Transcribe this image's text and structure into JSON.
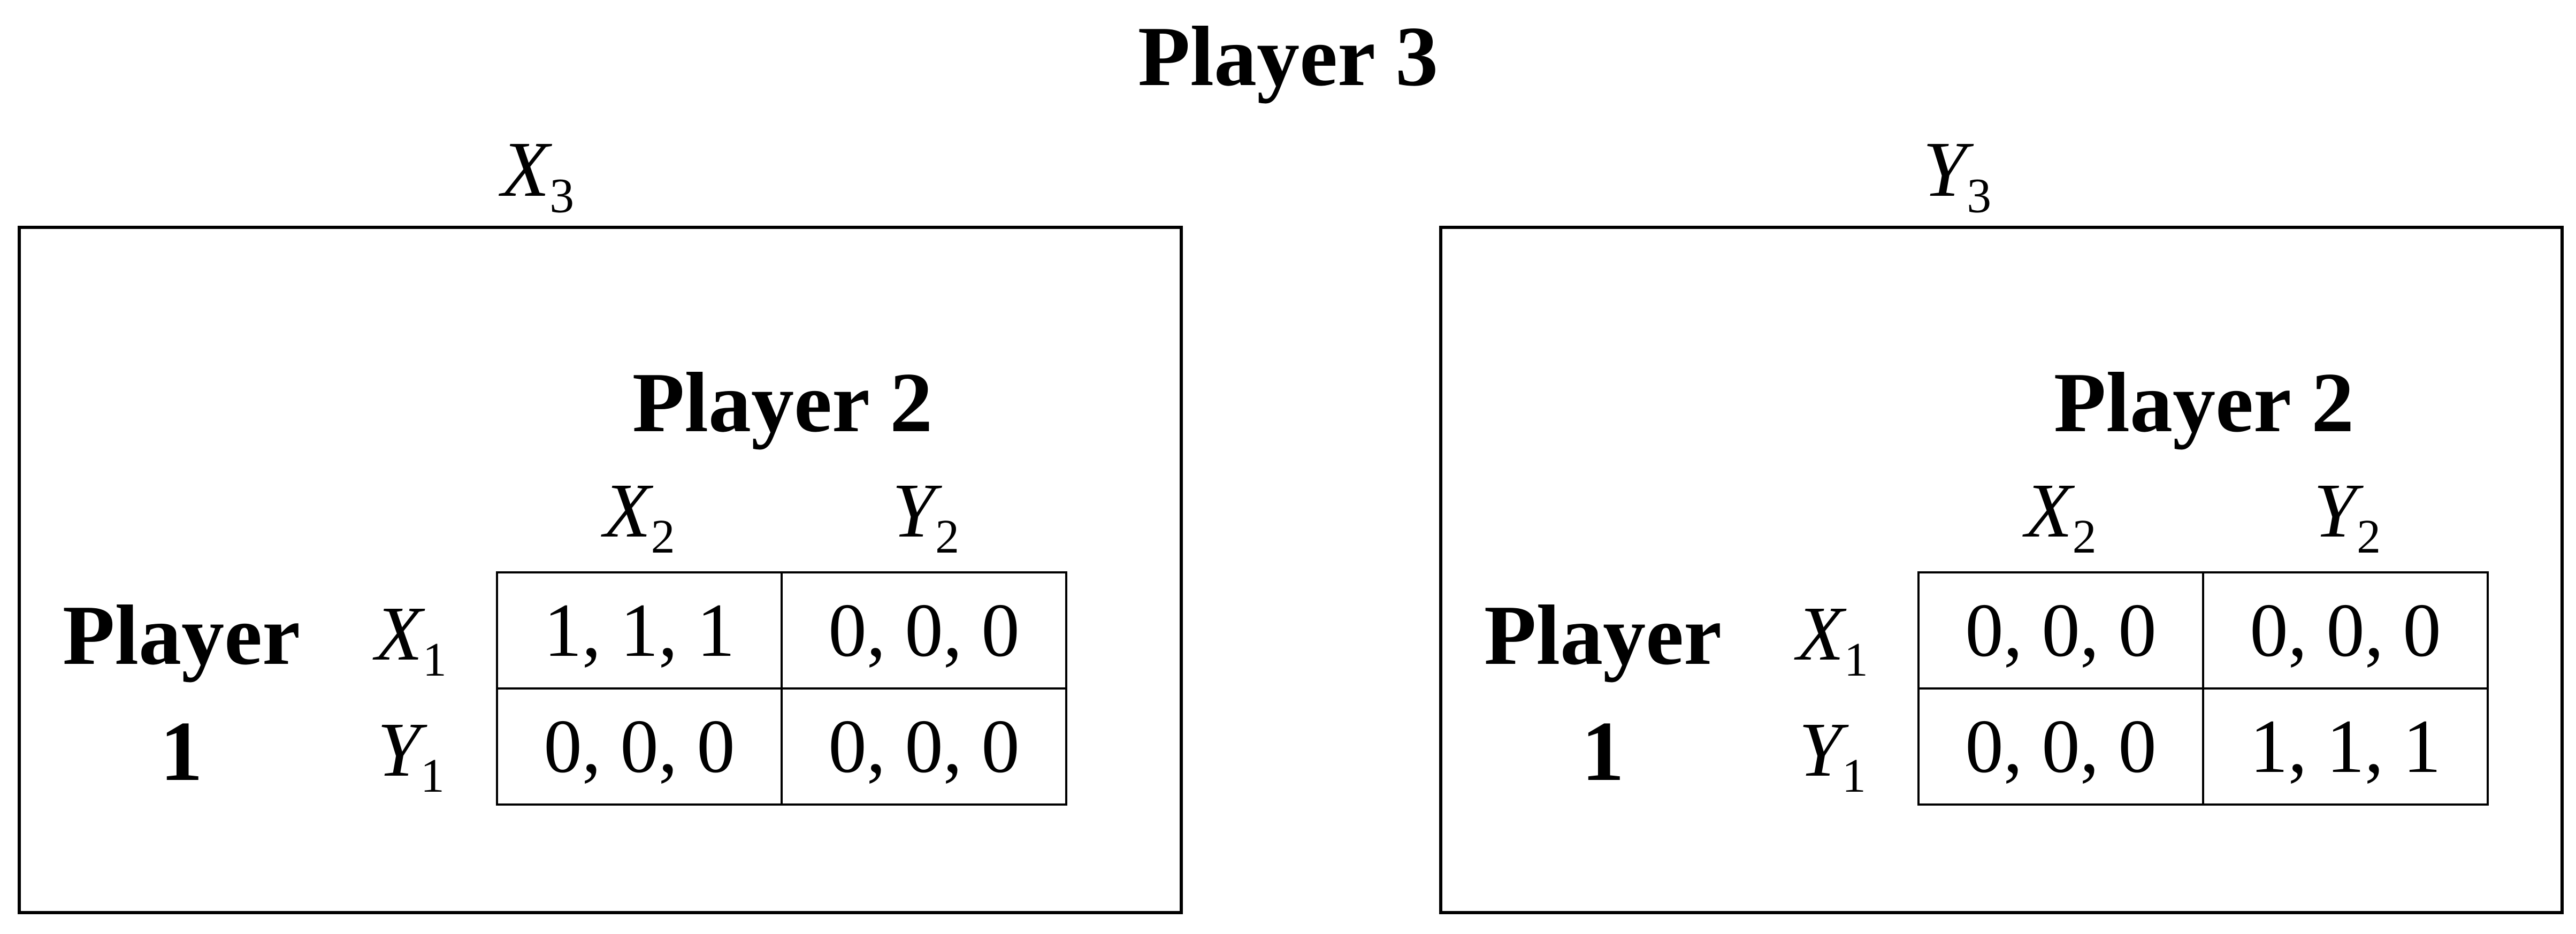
{
  "figure": {
    "title": "Player 3",
    "ink_color": "#000000",
    "background_color": "#ffffff"
  },
  "panels": [
    {
      "panel_label": {
        "base": "X",
        "sub": "3"
      },
      "column_player": "Player 2",
      "row_player": {
        "line1": "Player",
        "line2": "1"
      },
      "column_strategies": [
        {
          "base": "X",
          "sub": "2"
        },
        {
          "base": "Y",
          "sub": "2"
        }
      ],
      "row_strategies": [
        {
          "base": "X",
          "sub": "1"
        },
        {
          "base": "Y",
          "sub": "1"
        }
      ],
      "payoffs": [
        [
          "1, 1, 1",
          "0, 0, 0"
        ],
        [
          "0, 0, 0",
          "0, 0, 0"
        ]
      ]
    },
    {
      "panel_label": {
        "base": "Y",
        "sub": "3"
      },
      "column_player": "Player 2",
      "row_player": {
        "line1": "Player",
        "line2": "1"
      },
      "column_strategies": [
        {
          "base": "X",
          "sub": "2"
        },
        {
          "base": "Y",
          "sub": "2"
        }
      ],
      "row_strategies": [
        {
          "base": "X",
          "sub": "1"
        },
        {
          "base": "Y",
          "sub": "1"
        }
      ],
      "payoffs": [
        [
          "0, 0, 0",
          "0, 0, 0"
        ],
        [
          "0, 0, 0",
          "1, 1, 1"
        ]
      ]
    }
  ]
}
